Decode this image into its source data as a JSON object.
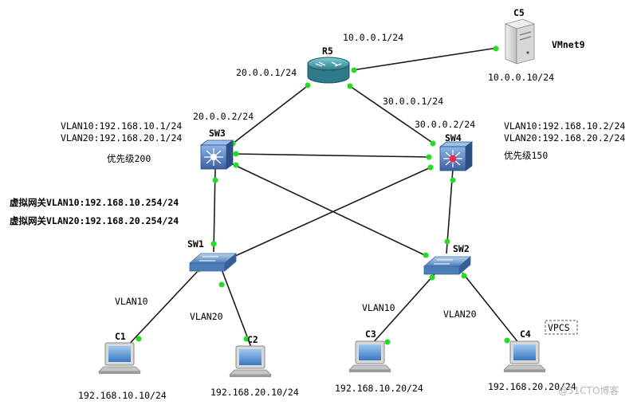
{
  "nodes": {
    "r5": {
      "name": "R5"
    },
    "c5": {
      "name": "C5",
      "tag": "VMnet9",
      "ip": "10.0.0.10/24"
    },
    "sw3": {
      "name": "SW3",
      "vlan10": "VLAN10:192.168.10.1/24",
      "vlan20": "VLAN20:192.168.20.1/24",
      "priority": "优先级200"
    },
    "sw4": {
      "name": "SW4",
      "vlan10": "VLAN10:192.168.10.2/24",
      "vlan20": "VLAN20:192.168.20.2/24",
      "priority": "优先级150"
    },
    "sw1": {
      "name": "SW1"
    },
    "sw2": {
      "name": "SW2"
    },
    "c1": {
      "name": "C1",
      "ip": "192.168.10.10/24"
    },
    "c2": {
      "name": "C2",
      "ip": "192.168.20.10/24"
    },
    "c3": {
      "name": "C3",
      "ip": "192.168.10.20/24"
    },
    "c4": {
      "name": "C4",
      "ip": "192.168.20.20/24",
      "tag": "VPCS"
    }
  },
  "links": {
    "r5_c5": "10.0.0.1/24",
    "r5_sw3_r": "20.0.0.1/24",
    "r5_sw3_s": "20.0.0.2/24",
    "r5_sw4_r": "30.0.0.1/24",
    "r5_sw4_s": "30.0.0.2/24",
    "sw1_c1": "VLAN10",
    "sw1_c2": "VLAN20",
    "sw2_c3": "VLAN10",
    "sw2_c4": "VLAN20"
  },
  "vgw": {
    "vlan10": "虚拟网关VLAN10:192.168.10.254/24",
    "vlan20": "虚拟网关VLAN20:192.168.20.254/24"
  },
  "watermark": "@51CTO博客",
  "colors": {
    "port": "#22dd22",
    "router": "#3a8fa0",
    "l3switch": "#3e6fb0",
    "switch": "#5b8fc7",
    "alarm": "#e8294a"
  }
}
